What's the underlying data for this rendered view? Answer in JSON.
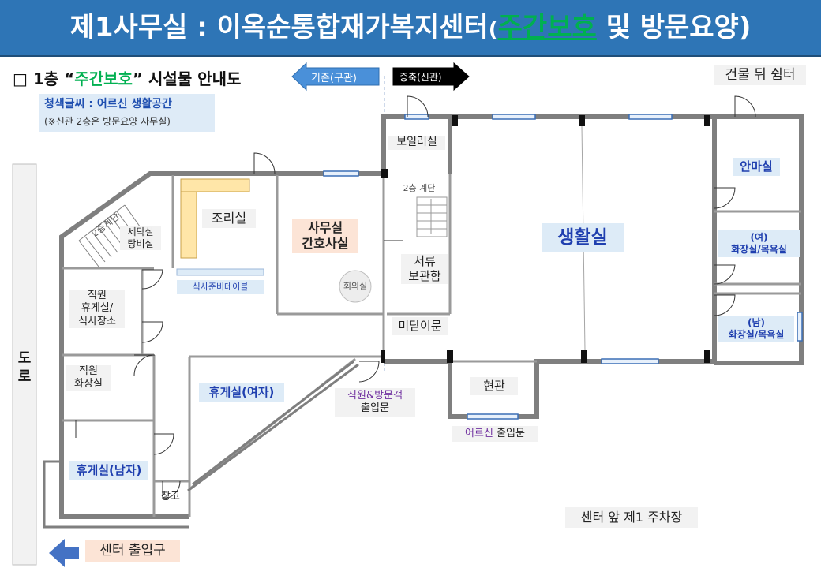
{
  "header": {
    "title_main": "제1사무실 : 이옥순통합재가복지센터",
    "title_paren_open": "(",
    "title_highlight": "주간보호",
    "title_rest": " 및 방문요양)"
  },
  "subtitle": {
    "prefix": "□ 1층 “",
    "highlight": "주간보호",
    "suffix": "” 시설물 안내도"
  },
  "legend_note": {
    "line1": "청색글씨 : 어르신 생활공간",
    "line2": "(※신관 2층은 방문요양 사무실)"
  },
  "arrows": {
    "old_building": "기존(구관)",
    "new_building": "증축(신관)"
  },
  "labels": {
    "rear_shelter": "건물 뒤 쉼터",
    "boiler": "보일러실",
    "stairs_2f": "2층 계단",
    "kitchen": "조리실",
    "office": "사무실\n간호사실",
    "meeting": "회의실",
    "documents": "서류\n보관함",
    "sliding_door": "미닫이문",
    "living_room": "생활실",
    "massage": "안마실",
    "toilet_women": "(여)\n화장실/목욕실",
    "toilet_men": "(남)\n화장실/목욕실",
    "laundry": "세탁실\n탕비실",
    "stairs_2f_left": "2층계단",
    "meal_table": "식사준비테이블",
    "staff_lounge": "직원\n휴게실/\n식사장소",
    "staff_toilet": "직원\n화장실",
    "lounge_women": "휴게실(여자)",
    "lounge_men": "휴게실(남자)",
    "storage": "창고",
    "staff_entrance_1": "직원&방문객",
    "staff_entrance_2": "출입문",
    "entrance_hall": "현관",
    "elder_entrance_1": "어르신",
    "elder_entrance_2": " 출입문",
    "road": "도\n로",
    "center_entrance": "센터 출입구",
    "parking": "센터 앞 제1 주차장"
  },
  "colors": {
    "banner": "#2E75B6",
    "highlight_green": "#00B050",
    "wall": "#7F7F7F",
    "blue_label_bg": "#DDEBF7",
    "blue_text": "#1F3FAF",
    "peach": "#FCE4D6",
    "arrow_blue": "#4A90D9",
    "purple": "#7030A0"
  }
}
